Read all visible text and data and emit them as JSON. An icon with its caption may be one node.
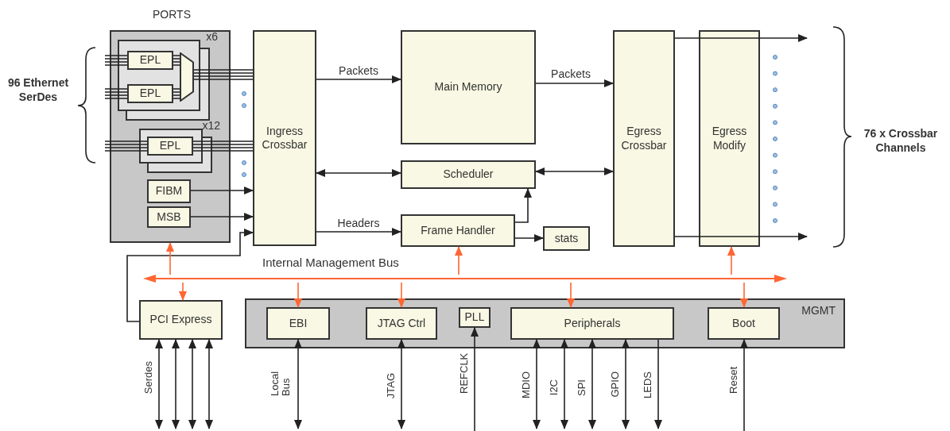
{
  "diagram": {
    "nodes": [
      {
        "text": [
          "PORTS"
        ]
      },
      {
        "text": [
          "x6"
        ],
        "in": 0
      },
      {
        "text": [
          "EPL"
        ],
        "in": 1
      },
      {
        "text": [
          "EPL"
        ],
        "in": 1
      },
      {
        "text": [],
        "shape": "trapezoid",
        "in": 1
      },
      {
        "text": [
          "x12"
        ],
        "in": 0
      },
      {
        "text": [
          "EPL"
        ],
        "in": 5
      },
      {
        "text": [
          "FIBM"
        ],
        "in": 0
      },
      {
        "text": [
          "MSB"
        ],
        "in": 0
      },
      {
        "text": [
          "Ingress Crossbar"
        ]
      },
      {
        "text": [
          "Main Memory"
        ]
      },
      {
        "text": [
          "Scheduler"
        ]
      },
      {
        "text": [
          "Frame Handler"
        ]
      },
      {
        "text": [
          "stats"
        ]
      },
      {
        "text": [
          "Egress Crossbar"
        ]
      },
      {
        "text": [
          "Egress Modify"
        ]
      },
      {
        "text": [
          "PCI Express"
        ]
      },
      {
        "text": [
          "MGMT"
        ]
      },
      {
        "text": [
          "EBI"
        ],
        "in": 17
      },
      {
        "text": [
          "JTAG Ctrl"
        ],
        "in": 17
      },
      {
        "text": [
          "PLL"
        ],
        "in": 17
      },
      {
        "text": [
          "Peripherals"
        ],
        "in": 17
      },
      {
        "text": [
          "Boot"
        ],
        "in": 17
      },
      {
        "text": [
          "Internal Management Bus"
        ]
      }
    ],
    "edges": [
      {
        "from": null,
        "to": 2,
        "arrow": "none"
      },
      {
        "from": null,
        "to": 3,
        "arrow": "none"
      },
      {
        "from": null,
        "to": 6,
        "arrow": "none"
      },
      {
        "from": 2,
        "to": 4,
        "arrow": "none"
      },
      {
        "from": 3,
        "to": 4,
        "arrow": "none"
      },
      {
        "from": 4,
        "to": 9,
        "arrow": "none"
      },
      {
        "from": 6,
        "to": 9,
        "arrow": "none"
      },
      {
        "from": 7,
        "to": 9,
        "arrow": "to"
      },
      {
        "from": 8,
        "to": 9,
        "arrow": "to"
      },
      {
        "from": 16,
        "to": 9,
        "arrow": "to"
      },
      {
        "from": 9,
        "to": 10,
        "arrow": "to",
        "label": "Packets"
      },
      {
        "from": 10,
        "to": 14,
        "arrow": "to",
        "label": "Packets"
      },
      {
        "from": 9,
        "to": 11,
        "arrow": "both"
      },
      {
        "from": 11,
        "to": 14,
        "arrow": "both"
      },
      {
        "from": 9,
        "to": 12,
        "arrow": "to",
        "label": "Headers"
      },
      {
        "from": 12,
        "to": 11,
        "arrow": "to"
      },
      {
        "from": 12,
        "to": 13,
        "arrow": "to"
      },
      {
        "from": 14,
        "to": null,
        "arrow": "to"
      },
      {
        "from": 14,
        "to": null,
        "arrow": "to"
      },
      {
        "from": 23,
        "to": 0,
        "arrow": "to",
        "color": "#ff6633"
      },
      {
        "from": 23,
        "to": 16,
        "arrow": "to",
        "color": "#ff6633"
      },
      {
        "from": 23,
        "to": 12,
        "arrow": "to",
        "color": "#ff6633"
      },
      {
        "from": 23,
        "to": 18,
        "arrow": "to",
        "color": "#ff6633"
      },
      {
        "from": 23,
        "to": 19,
        "arrow": "to",
        "color": "#ff6633"
      },
      {
        "from": 23,
        "to": 21,
        "arrow": "to",
        "color": "#ff6633"
      },
      {
        "from": 23,
        "to": 15,
        "arrow": "to",
        "color": "#ff6633"
      },
      {
        "from": 23,
        "to": 22,
        "arrow": "to",
        "color": "#ff6633"
      },
      {
        "from": null,
        "to": 16,
        "arrow": "both",
        "label": "Serdes"
      },
      {
        "from": null,
        "to": 16,
        "arrow": "both"
      },
      {
        "from": null,
        "to": 16,
        "arrow": "both"
      },
      {
        "from": null,
        "to": 16,
        "arrow": "both"
      },
      {
        "from": null,
        "to": 18,
        "arrow": "both",
        "label": "Local Bus"
      },
      {
        "from": null,
        "to": 19,
        "arrow": "both",
        "label": "JTAG"
      },
      {
        "from": null,
        "to": 20,
        "arrow": "to",
        "label": "REFCLK"
      },
      {
        "from": null,
        "to": 21,
        "arrow": "both",
        "label": "MDIO"
      },
      {
        "from": null,
        "to": 21,
        "arrow": "both",
        "label": "I2C"
      },
      {
        "from": null,
        "to": 21,
        "arrow": "both",
        "label": "SPI"
      },
      {
        "from": null,
        "to": 21,
        "arrow": "both",
        "label": "GPIO"
      },
      {
        "from": 21,
        "to": null,
        "arrow": "to",
        "label": "LEDS"
      },
      {
        "from": null,
        "to": 22,
        "arrow": "to",
        "label": "Reset"
      }
    ],
    "labels": [
      "96 Ethernet SerDes",
      "76 x Crossbar Channels"
    ]
  }
}
